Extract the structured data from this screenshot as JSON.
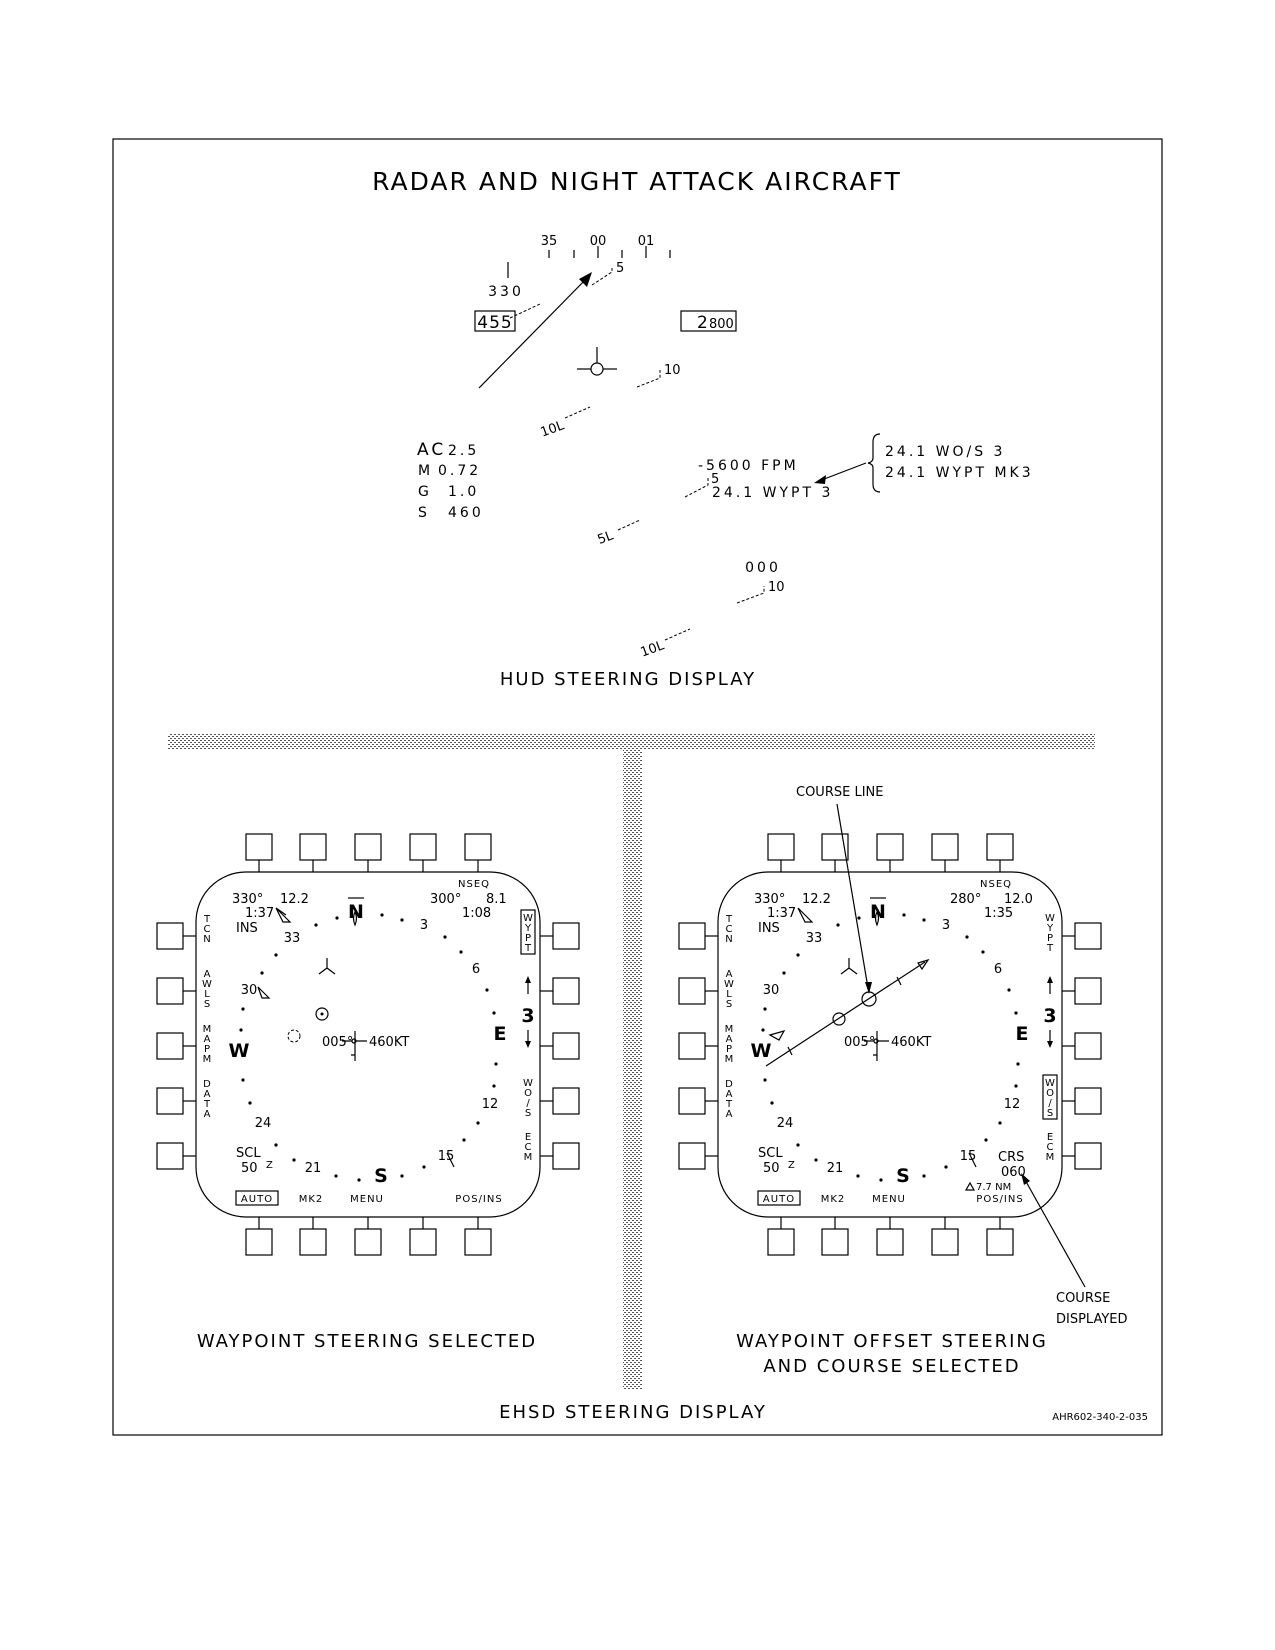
{
  "title": "RADAR AND NIGHT ATTACK AIRCRAFT",
  "figure_id": "AHR602-340-2-035",
  "hud": {
    "caption": "HUD STEERING DISPLAY",
    "heading_ticks": [
      "35",
      "00",
      "01"
    ],
    "heading_box": "330",
    "airspeed": "455",
    "altitude_big": "2",
    "altitude_small": "800",
    "pitch_labels": {
      "p5": "5",
      "p10": "10",
      "p10l": "10L",
      "p5l": "5L"
    },
    "readouts": [
      {
        "label": "AC",
        "value": "2.5"
      },
      {
        "label": "M",
        "value": "0.72"
      },
      {
        "label": "G",
        "value": "1.0"
      },
      {
        "label": "S",
        "value": "460"
      }
    ],
    "vvi": "-5600 FPM",
    "wypt_line": "24.1 WYPT 3",
    "callout_lines": [
      "24.1 WO/S 3",
      "24.1 WYPT MK3"
    ],
    "bottom_heading": "000"
  },
  "ehsd_caption": "EHSD STEERING DISPLAY",
  "left_panel": {
    "caption": "WAYPOINT STEERING SELECTED",
    "top_left": {
      "brg": "330°",
      "dist": "12.2",
      "time": "1:37",
      "nav": "INS"
    },
    "top_right": {
      "brg": "300°",
      "dist": "8.1",
      "time": "1:08"
    },
    "nseq": "NSEQ",
    "wypt_option": "WYPT",
    "steering_num": "3",
    "heading": "005°",
    "speed": "460KT",
    "scale_label": "SCL",
    "scale_value": "50",
    "scale_unit": "Z",
    "bottom_labels": [
      "AUTO",
      "MK2",
      "MENU",
      "POS/INS"
    ],
    "left_labels": [
      "TCN",
      "AWLS",
      "MAPM",
      "DATA"
    ],
    "right_labels": [
      "WYPT",
      "WO/S",
      "ECM"
    ]
  },
  "right_panel": {
    "caption_line1": "WAYPOINT OFFSET STEERING",
    "caption_line2": "AND COURSE SELECTED",
    "top_left": {
      "brg": "330°",
      "dist": "12.2",
      "time": "1:37",
      "nav": "INS"
    },
    "top_right": {
      "brg": "280°",
      "dist": "12.0",
      "time": "1:35"
    },
    "nseq": "NSEQ",
    "steering_num": "3",
    "heading": "005°",
    "speed": "460KT",
    "scale_label": "SCL",
    "scale_value": "50",
    "scale_unit": "Z",
    "crs_label": "CRS",
    "crs_value": "060",
    "delta_nm": "7.7 NM",
    "bottom_labels": [
      "AUTO",
      "MK2",
      "MENU",
      "POS/INS"
    ],
    "left_labels": [
      "TCN",
      "AWLS",
      "MAPM",
      "DATA"
    ],
    "right_labels": [
      "WYPT",
      "WO/S",
      "ECM"
    ],
    "callout_course_line": "COURSE LINE",
    "callout_course_displayed_1": "COURSE",
    "callout_course_displayed_2": "DISPLAYED"
  },
  "compass": {
    "n": "N",
    "e": "E",
    "s": "S",
    "w": "W",
    "ticks": [
      "3",
      "6",
      "12",
      "15",
      "21",
      "24",
      "30",
      "33"
    ]
  }
}
